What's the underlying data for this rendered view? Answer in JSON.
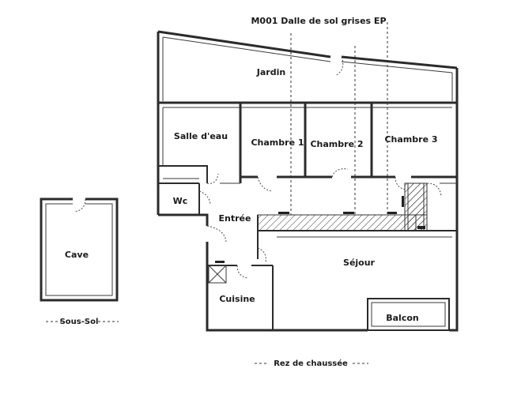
{
  "title": "M001 Dalle de sol grises EP",
  "rooms": {
    "jardin": "Jardin",
    "salle_deau": "Salle d'eau",
    "chambre1": "Chambre 1",
    "chambre2": "Chambre 2",
    "chambre3": "Chambre 3",
    "wc": "Wc",
    "entree": "Entrée",
    "sejour": "Séjour",
    "cuisine": "Cuisine",
    "balcon": "Balcon",
    "cave": "Cave"
  },
  "levels": {
    "sous_sol": "Sous-Sol",
    "rez": "Rez de chaussée"
  }
}
